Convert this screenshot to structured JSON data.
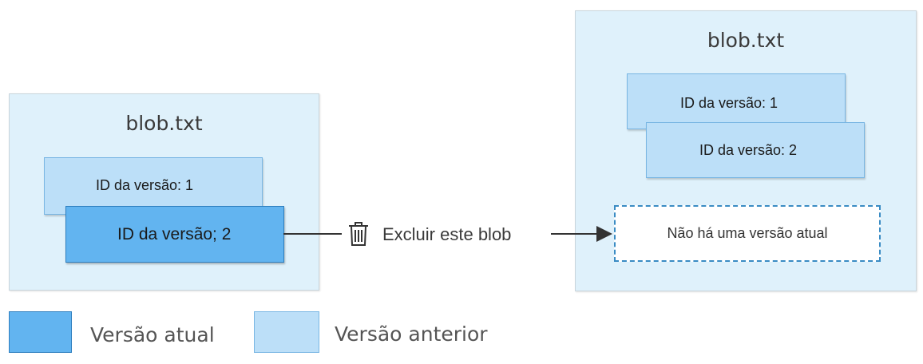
{
  "left_panel": {
    "title": "blob.txt",
    "previous_version": "ID da versão: 1",
    "current_version": "ID da versão; 2"
  },
  "action": {
    "label": "Excluir este blob",
    "icon": "trash-icon"
  },
  "right_panel": {
    "title": "blob.txt",
    "version_1": "ID da versão: 1",
    "version_2": "ID da versão: 2",
    "no_current": "Não há uma versão atual"
  },
  "legend": {
    "current_label": "Versão atual",
    "previous_label": "Versão anterior"
  },
  "colors": {
    "current": "#62b4f0",
    "previous": "#bcdff8",
    "container": "#dff1fb"
  }
}
